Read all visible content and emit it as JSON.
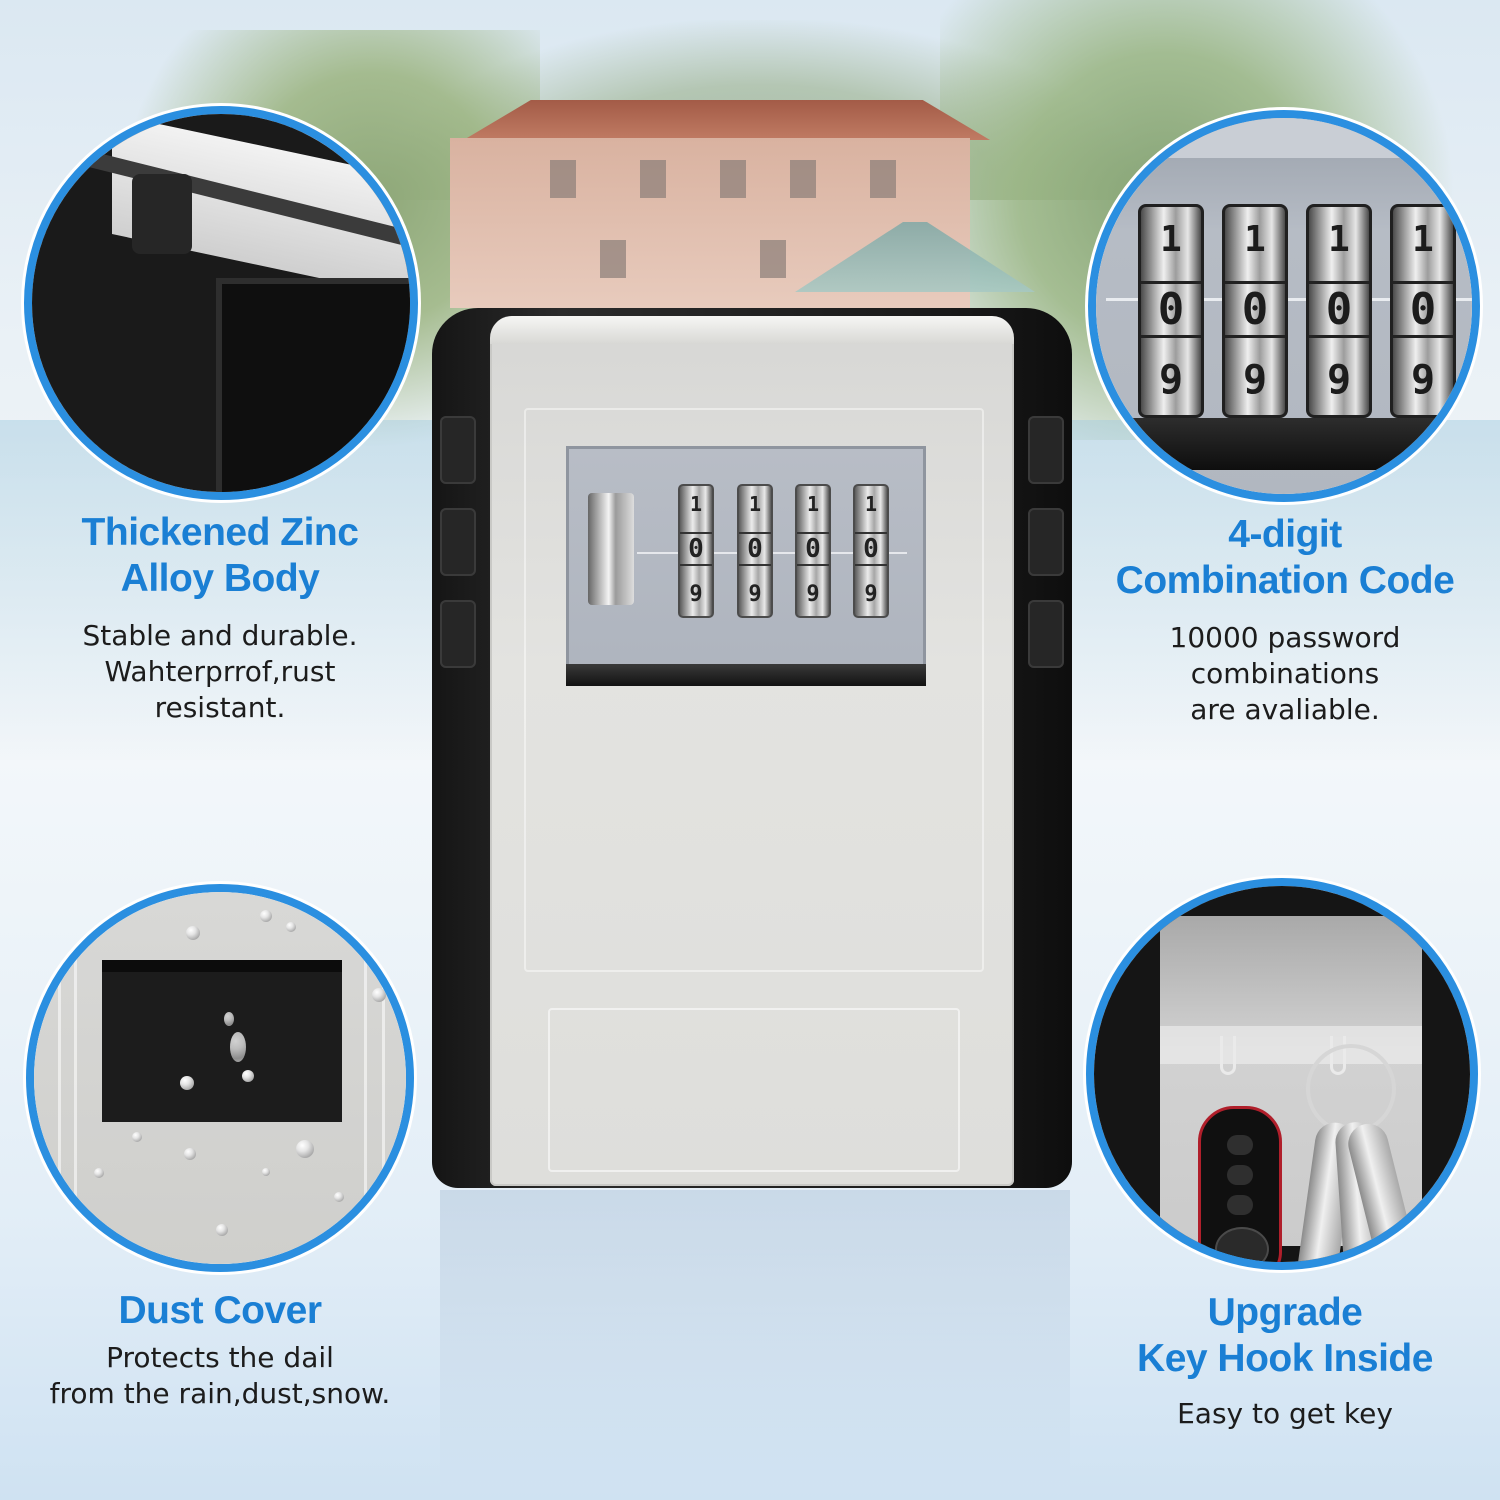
{
  "features": {
    "zinc_body": {
      "title_line1": "Thickened Zinc",
      "title_line2": "Alloy Body",
      "desc_line1": "Stable and durable.",
      "desc_line2": "Wahterprrof,rust resistant."
    },
    "combination": {
      "title_line1": "4-digit",
      "title_line2": "Combination Code",
      "desc_line1": "10000 password combinations",
      "desc_line2": "are avaliable."
    },
    "dust_cover": {
      "title_line1": "Dust Cover",
      "desc_line1": "Protects the dail",
      "desc_line2": "from the rain,dust,snow."
    },
    "key_hook": {
      "title_line1": "Upgrade",
      "title_line2": "Key Hook Inside",
      "desc_line1": "Easy to get key"
    }
  },
  "dial": {
    "top_digit": "1",
    "center_digit": "0",
    "bottom_digit": "9"
  },
  "colors": {
    "accent": "#1a7fd4",
    "ring": "#2b8fe0",
    "lockbox_body": "#1a1a1a",
    "lockbox_front": "#e0e0dd"
  },
  "icons": [
    "lockbox-image",
    "zinc-body-detail",
    "dial-closeup",
    "dust-cover-detail",
    "key-hook-detail"
  ]
}
